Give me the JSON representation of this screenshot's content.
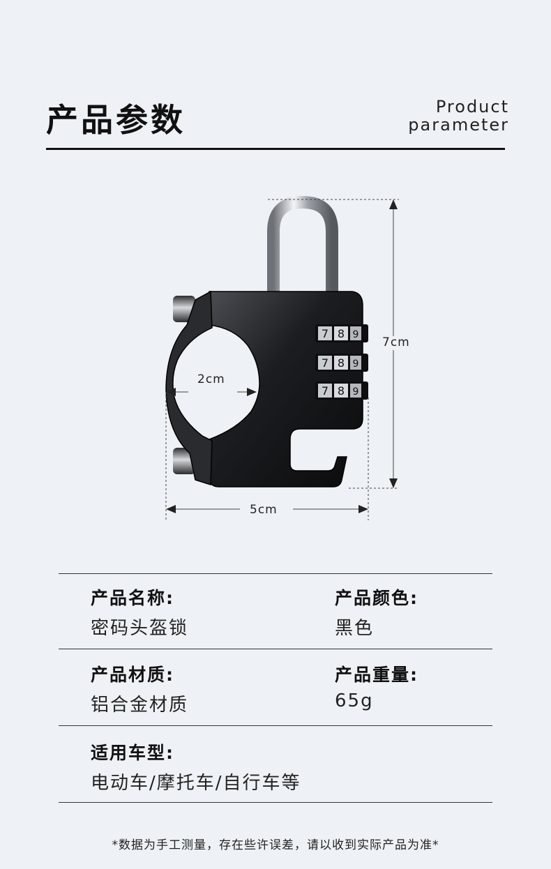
{
  "header": {
    "title_cn": "产品参数",
    "title_en_line1": "Product",
    "title_en_line2": "parameter"
  },
  "figure": {
    "inner_diameter_label": "2cm",
    "height_label": "7cm",
    "width_label": "5cm",
    "dial_digits": [
      "7",
      "8",
      "9"
    ]
  },
  "specs": {
    "name_label": "产品名称:",
    "name_value": "密码头盔锁",
    "color_label": "产品颜色:",
    "color_value": "黑色",
    "material_label": "产品材质:",
    "material_value": "铝合金材质",
    "weight_label": "产品重量:",
    "weight_value": "65g",
    "vehicles_label": "适用车型:",
    "vehicles_value": "电动车/摩托车/自行车等"
  },
  "footnote": "*数据为手工测量，存在些许误差，请以收到实际产品为准*"
}
